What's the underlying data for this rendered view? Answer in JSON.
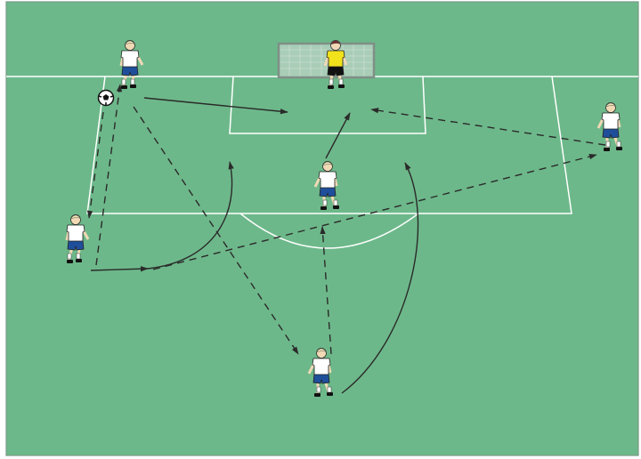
{
  "diagram": {
    "pitch_color": "#6db88a",
    "line_color": "#ffffff",
    "border_color": "#7a9a86",
    "arrow_color": "#2a2a2a",
    "ball": {
      "holder": "wide-left-attacker"
    },
    "players": [
      {
        "role": "goalkeeper",
        "kit": "yellow",
        "shirt": "#f2e21c",
        "shorts": "#111111"
      },
      {
        "role": "wide-left-attacker",
        "kit": "white-blue",
        "shirt": "#ffffff",
        "shorts": "#1f4f9a"
      },
      {
        "role": "left-attacker",
        "kit": "white-blue",
        "shirt": "#ffffff",
        "shorts": "#1f4f9a"
      },
      {
        "role": "central-attacker",
        "kit": "white-blue",
        "shirt": "#ffffff",
        "shorts": "#1f4f9a"
      },
      {
        "role": "right-attacker",
        "kit": "white-blue",
        "shirt": "#ffffff",
        "shorts": "#1f4f9a"
      },
      {
        "role": "deep-attacker",
        "kit": "white-blue",
        "shirt": "#ffffff",
        "shorts": "#1f4f9a"
      }
    ],
    "legend_lines": [
      {
        "style": "solid",
        "meaning": "movement"
      },
      {
        "style": "dashed",
        "meaning": "pass"
      }
    ]
  }
}
